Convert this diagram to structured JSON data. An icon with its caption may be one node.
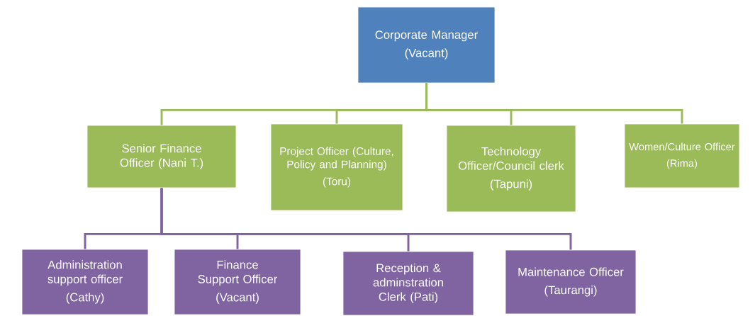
{
  "diagram": {
    "nodes": [
      {
        "text": [
          "Corporate Manager",
          "(Vacant)"
        ]
      },
      {
        "text": [
          "Senior Finance Officer (Nani T.)"
        ]
      },
      {
        "text": [
          "Project Officer (Culture, Policy and Planning)",
          "(Toru)"
        ]
      },
      {
        "text": [
          "Technology Officer/Council clerk",
          "(Tapuni)"
        ]
      },
      {
        "text": [
          "Women/Culture Officer",
          "(Rima)"
        ]
      },
      {
        "text": [
          "Administration support officer",
          "(Cathy)"
        ]
      },
      {
        "text": [
          "Finance Support Officer",
          "(Vacant)"
        ]
      },
      {
        "text": [
          "Reception & adminstration Clerk (Pati)"
        ]
      },
      {
        "text": [
          "Maintenance Officer",
          "(Taurangi)"
        ]
      }
    ],
    "edges": [
      {
        "from": 0,
        "to": 1,
        "arrow": "none"
      },
      {
        "from": 0,
        "to": 2,
        "arrow": "none"
      },
      {
        "from": 0,
        "to": 3,
        "arrow": "none"
      },
      {
        "from": 0,
        "to": 4,
        "arrow": "none"
      },
      {
        "from": 1,
        "to": 5,
        "arrow": "none",
        "color": "#8064a2"
      },
      {
        "from": 1,
        "to": 6,
        "arrow": "none",
        "color": "#8064a2"
      },
      {
        "from": 1,
        "to": 7,
        "arrow": "none",
        "color": "#8064a2"
      },
      {
        "from": 1,
        "to": 8,
        "arrow": "none",
        "color": "#8064a2"
      }
    ]
  }
}
